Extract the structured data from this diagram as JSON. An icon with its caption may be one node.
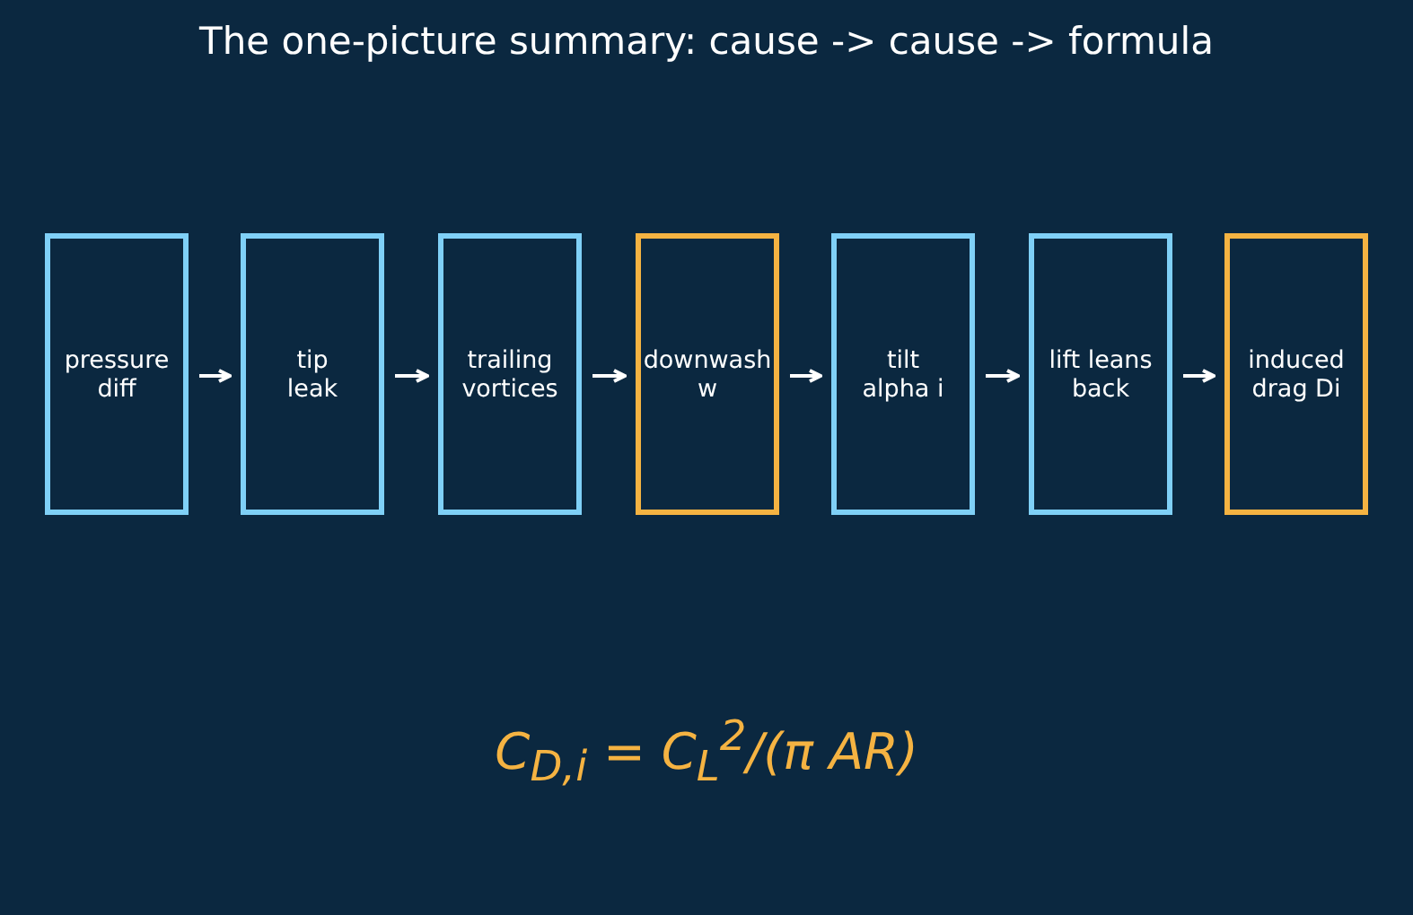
{
  "diagram": {
    "title": "The one-picture summary: cause -> cause -> formula",
    "nodes": [
      {
        "text": [
          "pressure diff"
        ]
      },
      {
        "text": [
          "tip leak"
        ]
      },
      {
        "text": [
          "trailing vortices"
        ]
      },
      {
        "text": [
          "downwash w"
        ]
      },
      {
        "text": [
          "tilt alpha i"
        ]
      },
      {
        "text": [
          "lift leans back"
        ]
      },
      {
        "text": [
          "induced drag Di"
        ]
      }
    ],
    "edges": [
      {
        "from": 0,
        "to": 1,
        "arrow": "to"
      },
      {
        "from": 1,
        "to": 2,
        "arrow": "to"
      },
      {
        "from": 2,
        "to": 3,
        "arrow": "to"
      },
      {
        "from": 3,
        "to": 4,
        "arrow": "to"
      },
      {
        "from": 4,
        "to": 5,
        "arrow": "to"
      },
      {
        "from": 5,
        "to": 6,
        "arrow": "to"
      }
    ],
    "labels": [
      "C$_{D,i}$ = C$_{L}$$^{2}$/(π AR)"
    ]
  }
}
